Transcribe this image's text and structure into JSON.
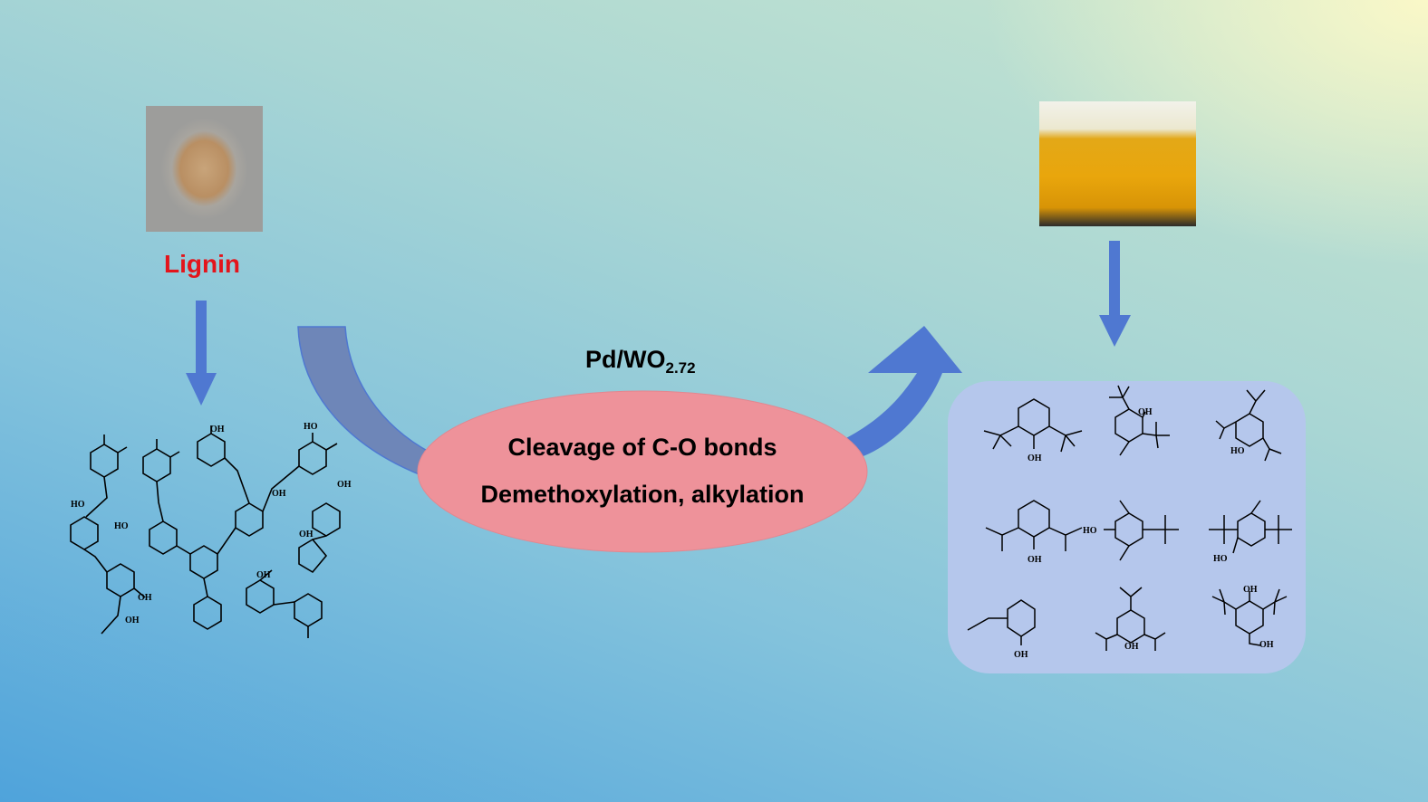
{
  "figure": {
    "lignin_label": "Lignin",
    "catalyst": {
      "main": "Pd/WO",
      "subscript": "2.72"
    },
    "reaction_steps": [
      "Cleavage of C-O bonds",
      "Demethoxylation, alkylation"
    ],
    "colors": {
      "arrow_blue": "#4f78d1",
      "curved_arrow_in": "#6e86b8",
      "ellipse_pink": "#ee929a",
      "panel_lavender": "#b5c7ec",
      "label_red": "#e3141b"
    },
    "product_labels": [
      "OH",
      "OH",
      "HO",
      "OH",
      "HO",
      "HO",
      "OH",
      "OH",
      "OH",
      "OH"
    ],
    "lignin_structure_labels": [
      "HO",
      "OH",
      "OH",
      "OH",
      "HO",
      "OH"
    ]
  }
}
